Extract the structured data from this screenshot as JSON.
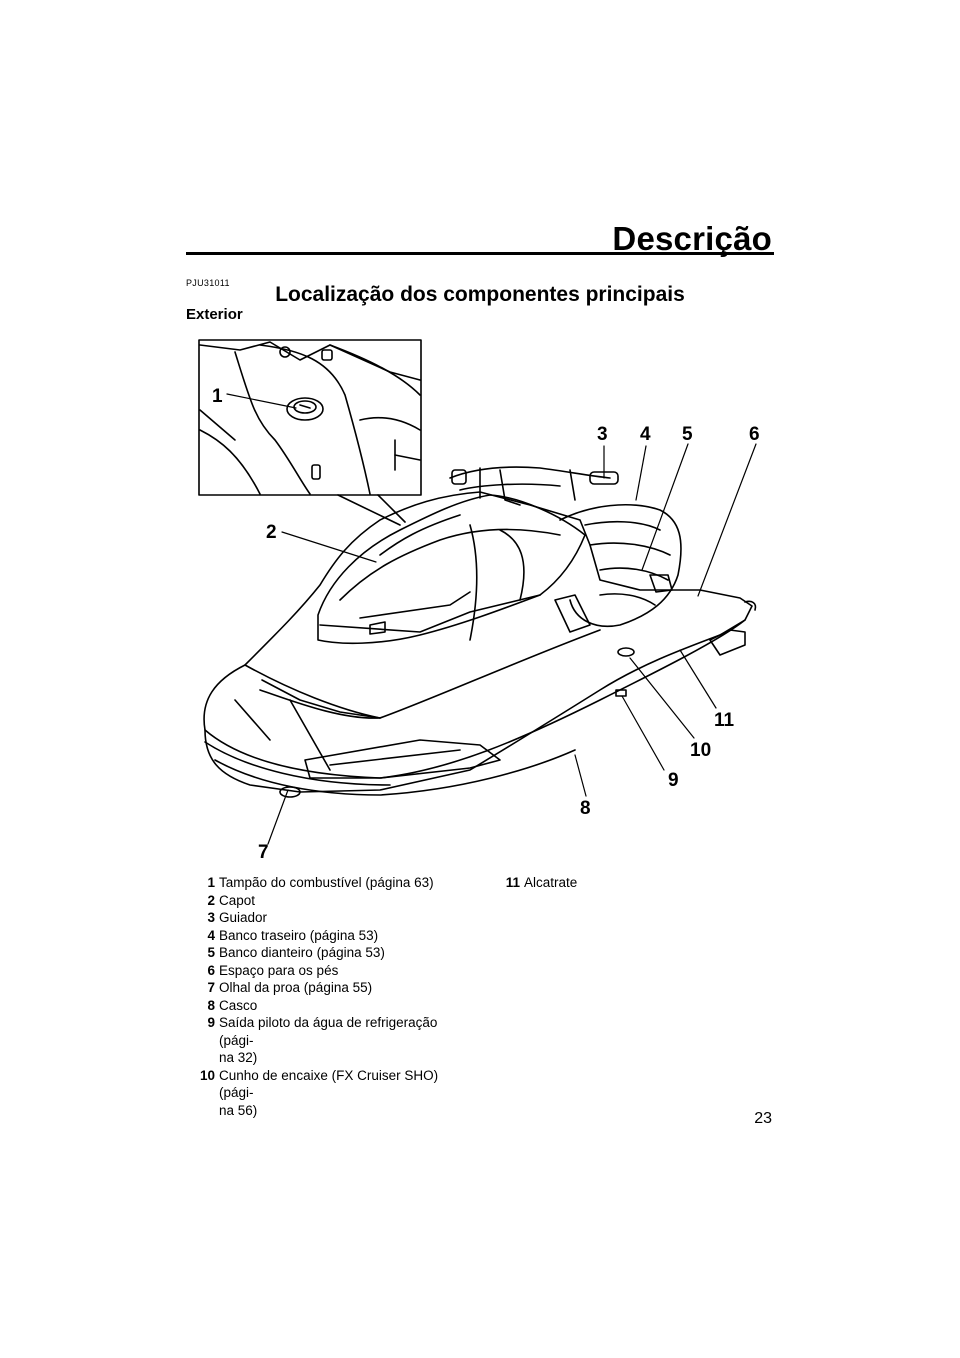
{
  "header": {
    "section_title": "Descrição"
  },
  "doc_code": "PJU31011",
  "main_heading": "Localização dos componentes principais",
  "sub_heading": "Exterior",
  "figure": {
    "callouts": [
      "1",
      "2",
      "3",
      "4",
      "5",
      "6",
      "7",
      "8",
      "9",
      "10",
      "11"
    ]
  },
  "legend": {
    "left": [
      {
        "num": "1",
        "text": "Tampão do combustível (página 63)"
      },
      {
        "num": "2",
        "text": "Capot"
      },
      {
        "num": "3",
        "text": "Guiador"
      },
      {
        "num": "4",
        "text": "Banco traseiro (página 53)"
      },
      {
        "num": "5",
        "text": "Banco dianteiro (página 53)"
      },
      {
        "num": "6",
        "text": "Espaço para os pés"
      },
      {
        "num": "7",
        "text": "Olhal da proa (página 55)"
      },
      {
        "num": "8",
        "text": "Casco"
      },
      {
        "num": "9",
        "text": "Saída piloto da água de refrigeração (pági-\nna 32)"
      },
      {
        "num": "10",
        "text": "Cunho de encaixe (FX Cruiser SHO) (pági-\nna 56)"
      }
    ],
    "right": [
      {
        "num": "11",
        "text": "Alcatrate"
      }
    ]
  },
  "page_number": "23"
}
